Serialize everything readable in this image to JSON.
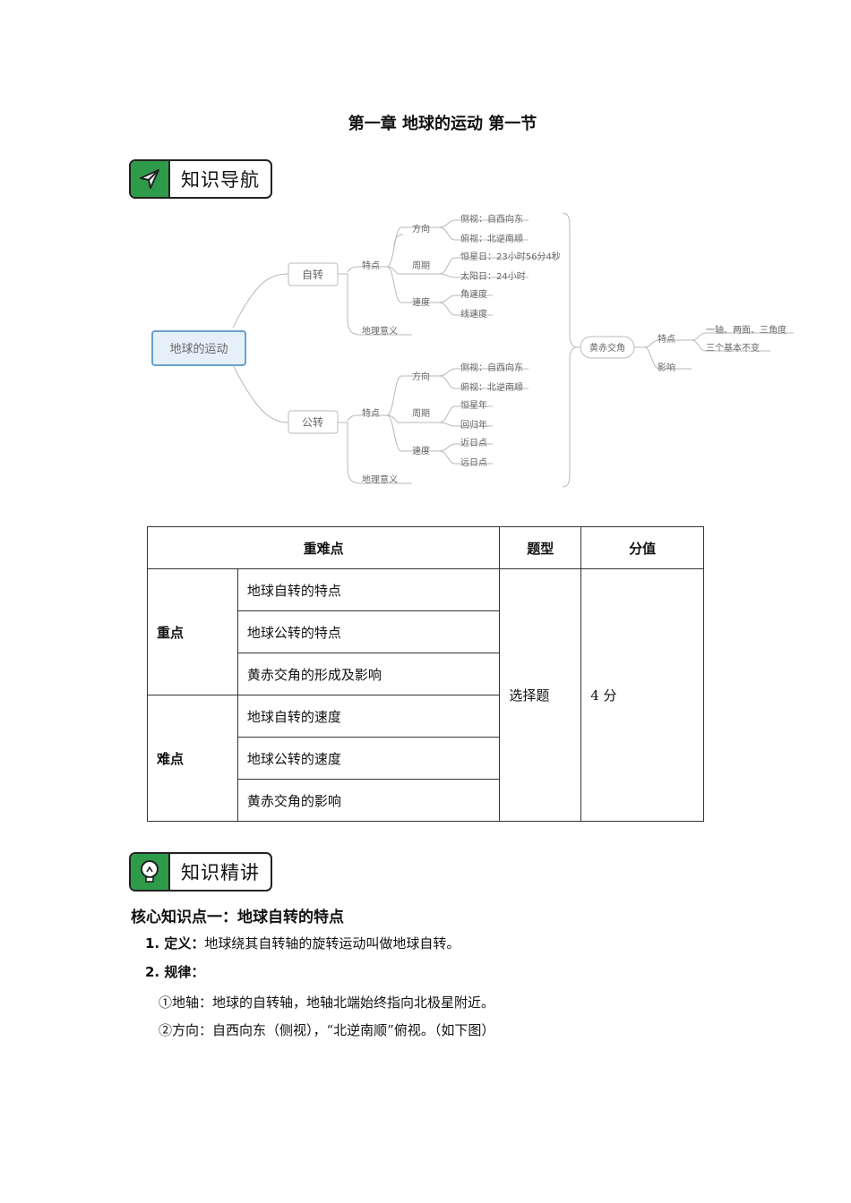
{
  "title": "第一章  地球的运动  第一节",
  "badges": {
    "nav": "知识导航",
    "detail": "知识精讲",
    "nav_icon": "paper-plane-icon",
    "detail_icon": "lightbulb-icon",
    "accent": "#2e9b4b"
  },
  "mindmap": {
    "root": "地球的运动",
    "rotation": {
      "label": "自转",
      "features": "特点",
      "direction": "方向",
      "side_view": "侧视：自西向东",
      "top_view": "俯视：北逆南顺",
      "period": "周期",
      "sidereal_day": "恒星日：23小时56分4秒",
      "solar_day": "太阳日：24小时",
      "speed": "速度",
      "angular_speed": "角速度",
      "linear_speed": "线速度",
      "significance": "地理意义"
    },
    "revolution": {
      "label": "公转",
      "features": "特点",
      "direction": "方向",
      "side_view": "侧视：自西向东",
      "top_view": "俯视：北逆南顺",
      "period": "周期",
      "sidereal_year": "恒星年",
      "tropical_year": "回归年",
      "speed": "速度",
      "perihelion": "近日点",
      "aphelion": "远日点",
      "significance": "地理意义"
    },
    "obliquity": {
      "label": "黄赤交角",
      "features": "特点",
      "feature1": "一轴、两面、三角度",
      "feature2": "三个基本不变",
      "influence": "影响"
    }
  },
  "table": {
    "headers": [
      "重难点",
      "题型",
      "分值"
    ],
    "key_label": "重点",
    "key_items": [
      "地球自转的特点",
      "地球公转的特点",
      "黄赤交角的形成及影响"
    ],
    "hard_label": "难点",
    "hard_items": [
      "地球自转的速度",
      "地球公转的速度",
      "黄赤交角的影响"
    ],
    "question_type": "选择题",
    "score": "4 分"
  },
  "section": {
    "heading": "核心知识点一：地球自转的特点",
    "def_label": "1. 定义：",
    "def_text": "地球绕其自转轴的旋转运动叫做地球自转。",
    "rule_label": "2. 规律：",
    "rule1": "①地轴：地球的自转轴，地轴北端始终指向北极星附近。",
    "rule2": "②方向：自西向东（侧视），“北逆南顺”俯视。（如下图）"
  }
}
